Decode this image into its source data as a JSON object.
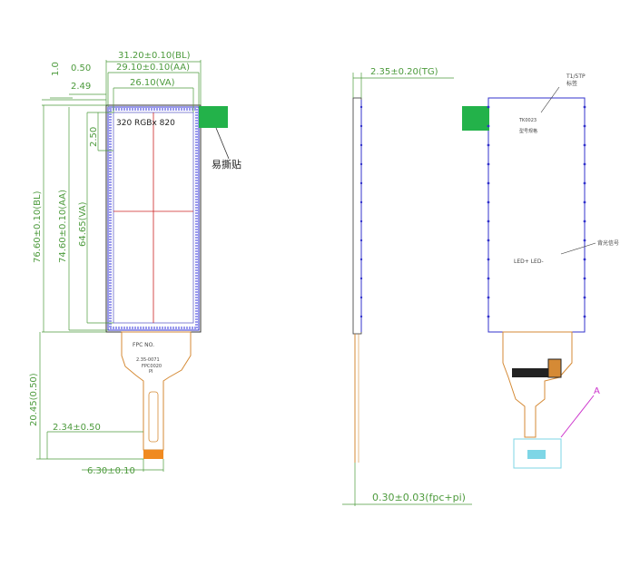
{
  "front_view": {
    "outline_width": "31.20±0.10(BL)",
    "active_width_outer": "29.10±0.10(AA)",
    "active_width": "26.10(VA)",
    "dim_top_1": "1.0",
    "dim_top_2": "0.50",
    "dim_top_3": "2.49",
    "dim_v_150": "2.50",
    "dim_outline_height": "76.60±0.10(BL)",
    "dim_aa_height": "74.60±0.10(AA)",
    "dim_va_height": "64.65(VA)",
    "dim_fpc_length": "20.45(0.50)",
    "dim_fpc_offset": "2.34±0.50",
    "dim_fpc_width": "6.30±0.10",
    "resolution_label": "320 RGBx 820",
    "tear_tape_label": "易撕贴",
    "fpc_text_1": "FPC NO.",
    "fpc_text_2": "2.35-0071",
    "fpc_text_3": "FPC0020",
    "fpc_text_4": "PI"
  },
  "side_view": {
    "total_thickness": "2.35±0.20(TG)",
    "fpc_thickness": "0.30±0.03(fpc+pi)"
  },
  "rear_view": {
    "note_top": "T1/5TP",
    "note_top_2": "标签",
    "note_label_1": "TK0023",
    "note_label_2": "型号规格",
    "note_mid": "背光信号",
    "note_mid_2": "LED+ LED-",
    "callout_a": "A"
  },
  "colors": {
    "dimension": "#4c9a3c",
    "panel_outline": "#3333cc",
    "fpc": "#d58a35",
    "tape": "#23b24a",
    "crosshair": "#cc2222",
    "callout": "#cc33cc",
    "stiffener": "#7ed6e6"
  }
}
